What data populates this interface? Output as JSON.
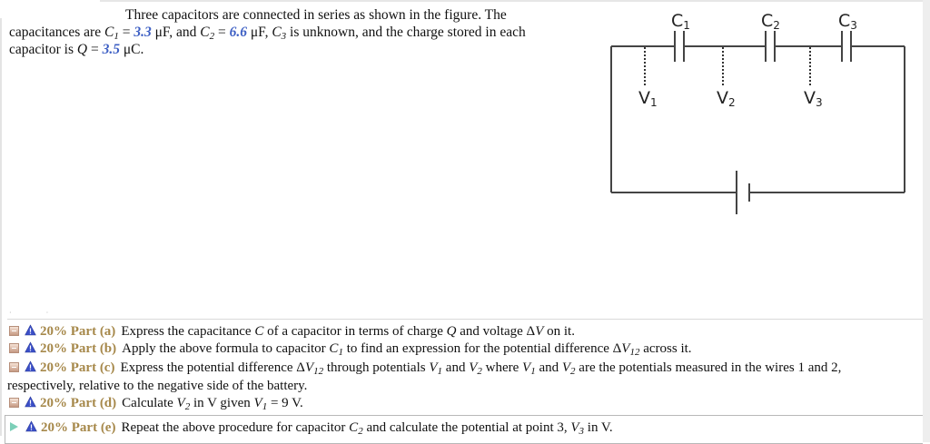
{
  "problem": {
    "line1": "Three capacitors are connected in series as shown in the figure. The",
    "line2_pre": "capacitances are ",
    "c1_symbol": "C",
    "c1_sub": "1",
    "eq": " = ",
    "c1_value": "3.3",
    "c1_unit": " μF, and ",
    "c2_symbol": "C",
    "c2_sub": "2",
    "c2_value": "6.6",
    "c2_unit": " μF, ",
    "c3_symbol": "C",
    "c3_sub": "3",
    "line2_post": " is unknown, and the charge stored in each",
    "line3_pre": "capacitor is ",
    "q_symbol": "Q",
    "q_value": "3.5",
    "q_unit": " μC."
  },
  "figure": {
    "labels": {
      "c1": "C",
      "c1_sub": "1",
      "c2": "C",
      "c2_sub": "2",
      "c3": "C",
      "c3_sub": "3",
      "v1": "V",
      "v1_sub": "1",
      "v2": "V",
      "v2_sub": "2",
      "v3": "V",
      "v3_sub": "3"
    },
    "line_color": "#444444"
  },
  "parts": [
    {
      "percent": "20%",
      "label": "Part (a)",
      "text_1": "Express the capacitance ",
      "sym_1": "C",
      "text_2": " of a capacitor in terms of charge ",
      "sym_2": "Q",
      "text_3": " and voltage Δ",
      "sym_3": "V",
      "text_4": " on it."
    },
    {
      "percent": "20%",
      "label": "Part (b)",
      "text_1": "Apply the above formula to capacitor ",
      "sym_1": "C",
      "sub_1": "1",
      "text_2": " to find an expression for the potential difference Δ",
      "sym_2": "V",
      "sub_2": "12",
      "text_3": " across it."
    },
    {
      "percent": "20%",
      "label": "Part (c)",
      "text_1": "Express the potential difference Δ",
      "sym_1": "V",
      "sub_1": "12",
      "text_2": " through potentials ",
      "sym_2": "V",
      "sub_2": "1",
      "text_3": " and ",
      "sym_3": "V",
      "sub_3": "2",
      "text_4": " where ",
      "sym_4": "V",
      "sub_4": "1",
      "text_5": " and ",
      "sym_5": "V",
      "sub_5": "2",
      "text_6": " are the potentials measured in the wires 1 and 2,",
      "text_7": "respectively, relative to the negative side of the battery."
    },
    {
      "percent": "20%",
      "label": "Part (d)",
      "text_1": "Calculate ",
      "sym_1": "V",
      "sub_1": "2",
      "text_2": " in V given ",
      "sym_2": "V",
      "sub_2": "1",
      "text_3": " = 9 V."
    },
    {
      "percent": "20%",
      "label": "Part (e)",
      "text_1": "Repeat the above procedure for capacitor ",
      "sym_1": "C",
      "sub_1": "2",
      "text_2": " and calculate the potential at point 3, ",
      "sym_2": "V",
      "sub_2": "3",
      "text_3": " in V."
    }
  ],
  "colors": {
    "value_blue": "#3d5fc4",
    "part_label_gold": "#a6884a",
    "play_icon_teal": "#7ccfb8",
    "warning_icon_blue": "#3b4fc8"
  }
}
